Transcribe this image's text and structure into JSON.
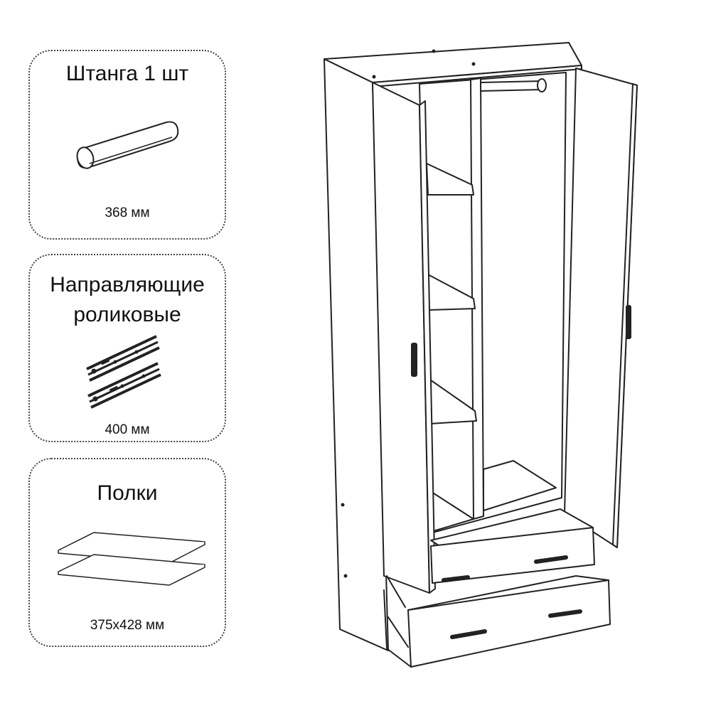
{
  "cards": {
    "rod": {
      "title": "Штанга 1 шт",
      "dimension": "368 мм"
    },
    "rails": {
      "title_line1": "Направляющие",
      "title_line2": "роликовые",
      "dimension": "400 мм"
    },
    "shelves": {
      "title": "Полки",
      "dimension": "375х428 мм"
    }
  },
  "colors": {
    "stroke": "#222222",
    "card_border": "#444444",
    "background": "#ffffff"
  }
}
